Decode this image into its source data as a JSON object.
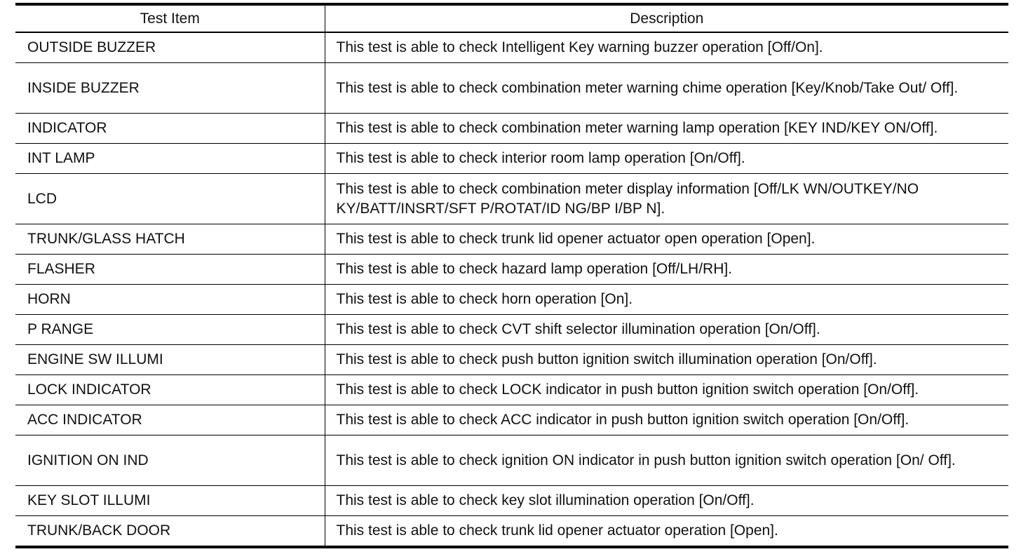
{
  "table": {
    "headers": {
      "test_item": "Test Item",
      "description": "Description"
    },
    "rows": [
      {
        "item": "OUTSIDE BUZZER",
        "description": "This test is able to check Intelligent Key warning buzzer operation [Off/On]."
      },
      {
        "item": "INSIDE BUZZER",
        "description": "This test is able to check combination meter warning chime operation [Key/Knob/Take Out/ Off]."
      },
      {
        "item": "INDICATOR",
        "description": "This test is able to check combination meter warning lamp operation [KEY IND/KEY ON/Off]."
      },
      {
        "item": "INT LAMP",
        "description": "This test is able to check interior room lamp operation [On/Off]."
      },
      {
        "item": "LCD",
        "description": "This test is able to check combination meter display information [Off/LK WN/OUTKEY/NO KY/BATT/INSRT/SFT P/ROTAT/ID NG/BP I/BP N]."
      },
      {
        "item": "TRUNK/GLASS HATCH",
        "description": "This test is able to check trunk lid opener actuator open operation [Open]."
      },
      {
        "item": "FLASHER",
        "description": "This test is able to check hazard lamp operation [Off/LH/RH]."
      },
      {
        "item": "HORN",
        "description": "This test is able to check horn operation [On]."
      },
      {
        "item": "P RANGE",
        "description": "This test is able to check CVT shift selector illumination operation [On/Off]."
      },
      {
        "item": "ENGINE SW ILLUMI",
        "description": "This test is able to check push button ignition switch illumination operation [On/Off]."
      },
      {
        "item": "LOCK INDICATOR",
        "description": "This test is able to check LOCK indicator in push button ignition switch operation [On/Off]."
      },
      {
        "item": "ACC INDICATOR",
        "description": "This test is able to check ACC indicator in push button ignition switch operation [On/Off]."
      },
      {
        "item": "IGNITION ON IND",
        "description": "This test is able to check ignition ON indicator in push button ignition switch operation [On/ Off]."
      },
      {
        "item": "KEY SLOT ILLUMI",
        "description": "This test is able to check key slot illumination operation [On/Off]."
      },
      {
        "item": "TRUNK/BACK DOOR",
        "description": "This test is able to check trunk lid opener actuator operation [Open]."
      }
    ]
  }
}
